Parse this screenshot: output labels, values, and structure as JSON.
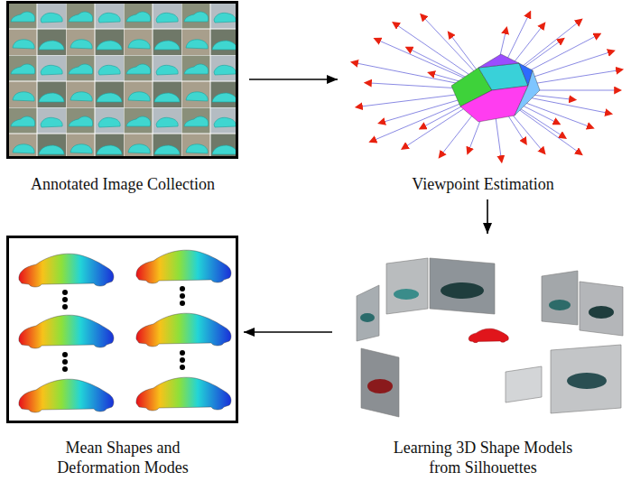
{
  "diagram": {
    "nodes": [
      {
        "text": [
          "Annotated Image Collection"
        ]
      },
      {
        "text": [
          "Viewpoint Estimation"
        ]
      },
      {
        "text": [
          "Mean Shapes and Deformation Modes"
        ]
      },
      {
        "text": [
          "Learning 3D Shape Models from Silhouettes"
        ]
      }
    ],
    "edges": [
      {
        "from": 0,
        "to": 1,
        "arrow": "to"
      },
      {
        "from": 1,
        "to": 3,
        "arrow": "to"
      },
      {
        "from": 3,
        "to": 2,
        "arrow": "to"
      }
    ]
  }
}
